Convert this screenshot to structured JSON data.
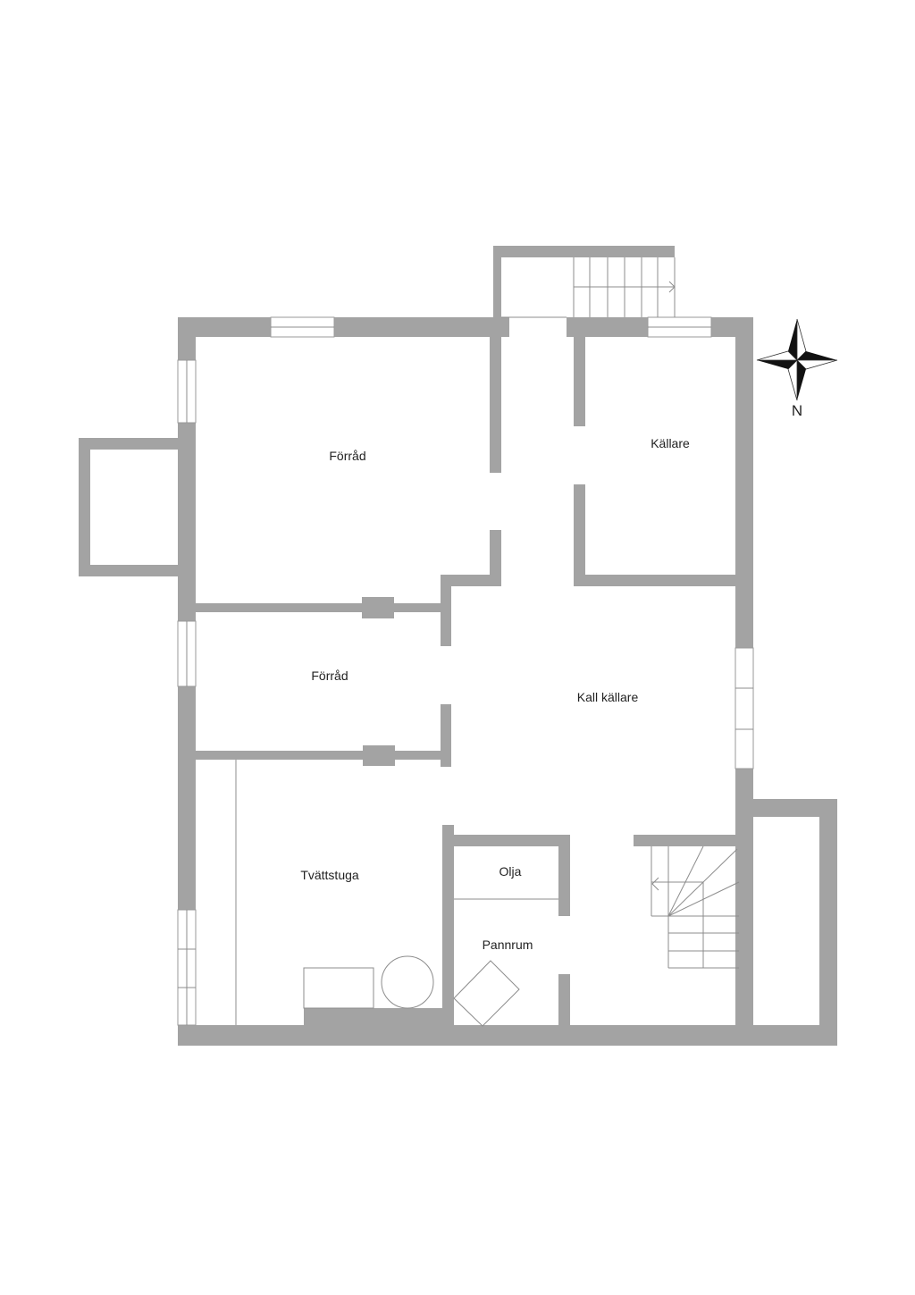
{
  "plan": {
    "rooms": [
      {
        "label": "Förråd"
      },
      {
        "label": "Källare"
      },
      {
        "label": "Förråd"
      },
      {
        "label": "Kall källare"
      },
      {
        "label": "Tvättstuga"
      },
      {
        "label": "Olja"
      },
      {
        "label": "Pannrum"
      }
    ],
    "compass": {
      "label": "N",
      "icon": "compass-rose-icon"
    },
    "colors": {
      "wall": "#a3a3a3",
      "lines": "#8c8c8c",
      "background": "#ffffff"
    }
  }
}
